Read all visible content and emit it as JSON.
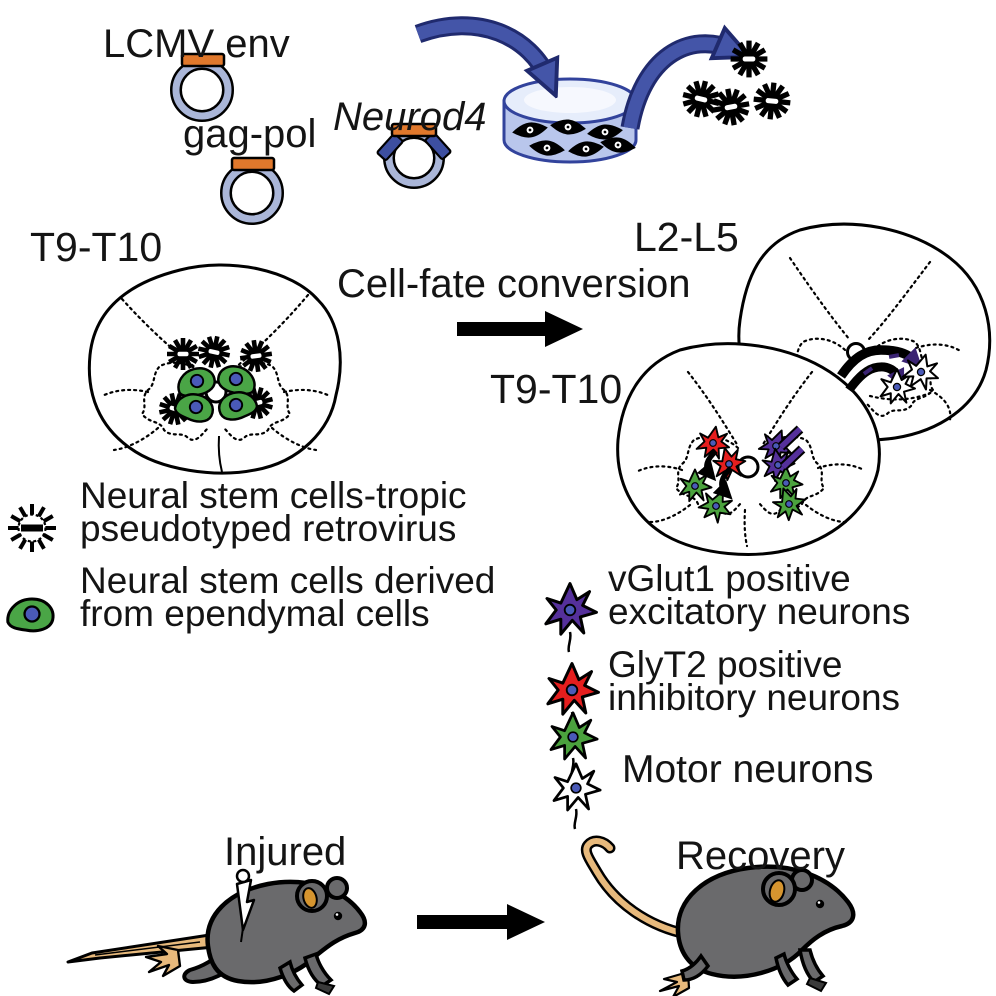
{
  "figure_title": "Neurod4-mediated cell-fate conversion after spinal cord injury",
  "top": {
    "plasmids": [
      {
        "label": "LCMV env"
      },
      {
        "label": "gag-pol"
      },
      {
        "label": "Neurod4"
      }
    ]
  },
  "middle": {
    "left_cord_label": "T9-T10",
    "conversion_label": "Cell-fate conversion",
    "upper_right_cord_label": "L2-L5",
    "lower_right_cord_label": "T9-T10"
  },
  "legend_left": [
    {
      "name": "pseudotyped-retrovirus",
      "line1": "Neural stem cells-tropic",
      "line2": "pseudotyped retrovirus"
    },
    {
      "name": "neural-stem-cell",
      "line1": "Neural stem cells derived",
      "line2": "from ependymal cells"
    }
  ],
  "legend_right": {
    "items": [
      {
        "name": "excitatory",
        "color": "#55309b",
        "line1": "vGlut1 positive",
        "line2": "excitatory neurons"
      },
      {
        "name": "inhibitory",
        "color": "#e51e1e",
        "line1": "GlyT2 positive",
        "line2": "inhibitory neurons"
      },
      {
        "name": "green-neuron",
        "color": "#4ba23e",
        "line1": "",
        "line2": ""
      },
      {
        "name": "motor",
        "color": "#ffffff",
        "line1": "Motor neurons",
        "line2": ""
      }
    ]
  },
  "bottom": {
    "injured_label": "Injured",
    "recovery_label": "Recovery"
  },
  "colors": {
    "excitatory_purple": "#55309b",
    "inhibitory_red": "#e51e1e",
    "converted_green": "#4ba23e",
    "motor_white": "#ffffff",
    "nsc_green": "#4aa546",
    "nucleus_blue": "#4a5ab8",
    "arrow_blue": "#4455a8",
    "arrow_blue_dark": "#202a6e",
    "plasmid_ring": "#aab6d8",
    "insert_orange": "#e0782c",
    "insert_blue": "#3d4fa0",
    "dish_outline": "#32439c",
    "dish_wall": "#b9c6ec",
    "dish_top": "#e6edfb",
    "mouse_gray": "#6a6a6c",
    "tail_tan": "#e7b97c",
    "ear_orange": "#d6952f",
    "ink": "#000000"
  }
}
